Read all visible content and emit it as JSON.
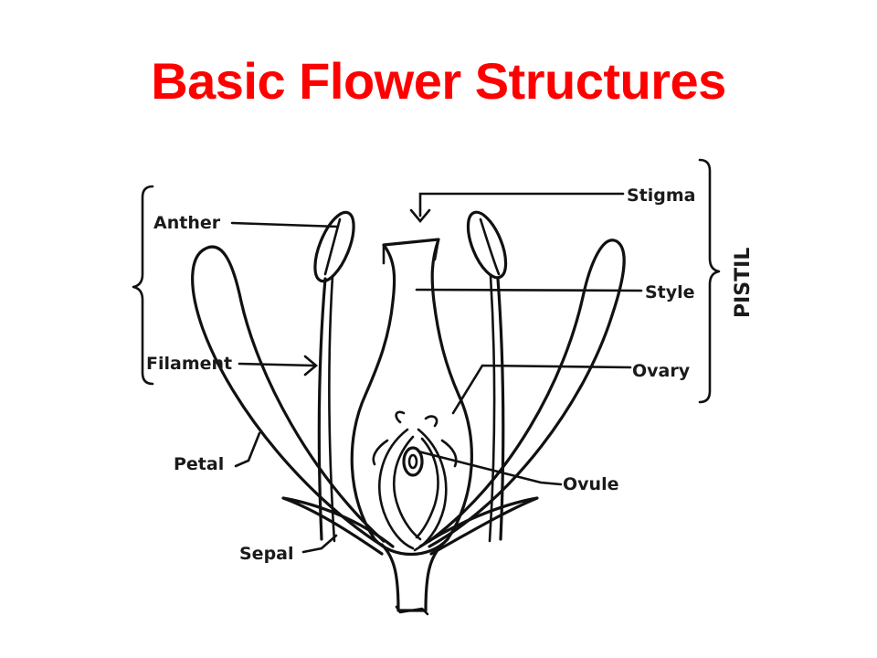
{
  "slide": {
    "title": "Basic Flower Structures",
    "title_color": "#ff0000"
  },
  "diagram": {
    "labels": {
      "anther": "Anther",
      "filament": "Filament",
      "petal": "Petal",
      "sepal": "Sepal",
      "stigma": "Stigma",
      "style": "Style",
      "ovary": "Ovary",
      "ovule": "Ovule",
      "pistil": "PISTIL"
    }
  }
}
